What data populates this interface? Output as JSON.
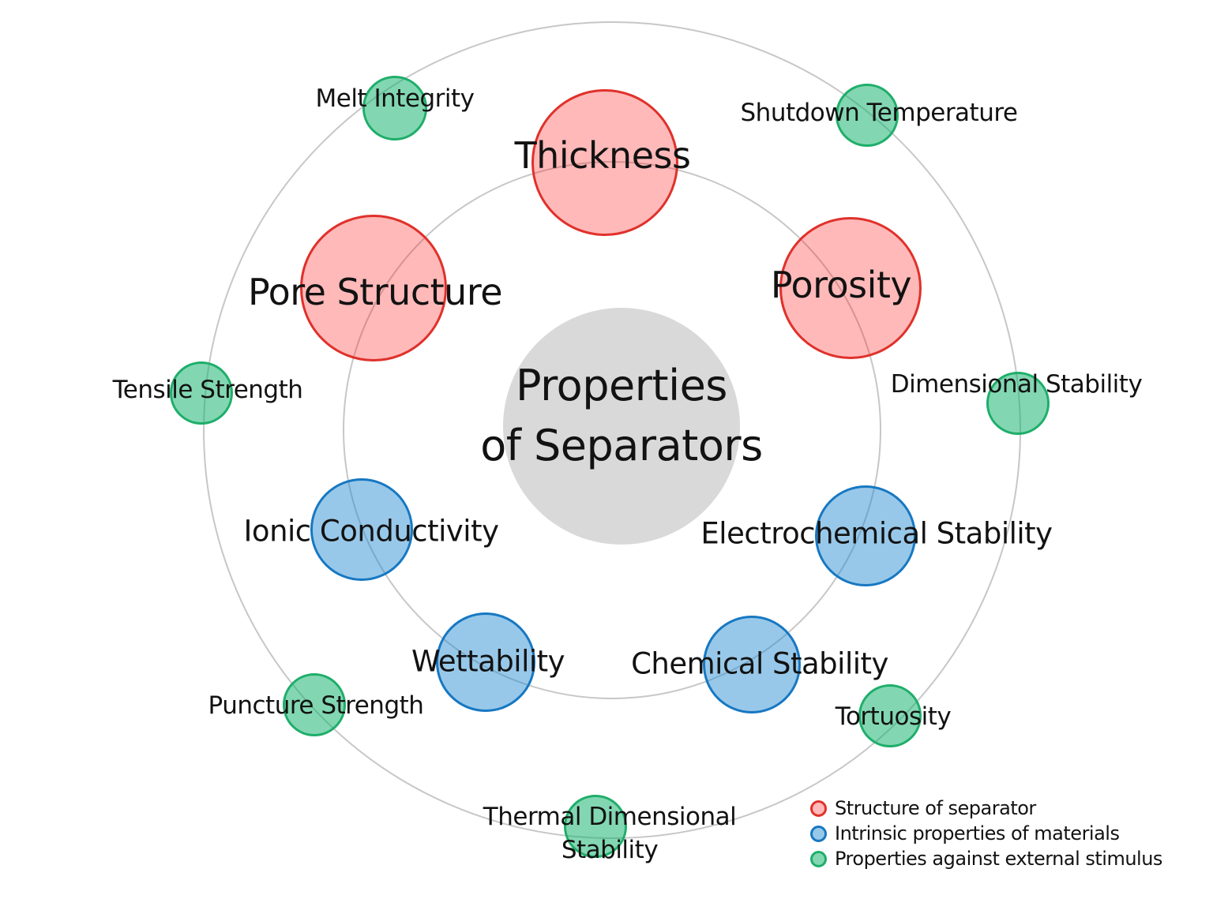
{
  "diagram": {
    "center_title": {
      "line1": "Properties",
      "line2": "of Separators"
    },
    "categories": {
      "structure": {
        "name": "Structure of separator",
        "fill": "#f9b1b1",
        "stroke": "#e0312b"
      },
      "intrinsic": {
        "name": "Intrinsic properties of materials",
        "fill": "#8fc9e8",
        "stroke": "#1778c2"
      },
      "external": {
        "name": "Properties against external stimulus",
        "fill": "#7cdcaf",
        "stroke": "#1fae6a"
      }
    },
    "nodes": [
      {
        "label": "Thickness",
        "category": "structure"
      },
      {
        "label": "Pore Structure",
        "category": "structure"
      },
      {
        "label": "Porosity",
        "category": "structure"
      },
      {
        "label": "Ionic Conductivity",
        "category": "intrinsic"
      },
      {
        "label": "Electrochemical Stability",
        "category": "intrinsic"
      },
      {
        "label": "Wettability",
        "category": "intrinsic"
      },
      {
        "label": "Chemical Stability",
        "category": "intrinsic"
      },
      {
        "label": "Melt Integrity",
        "category": "external"
      },
      {
        "label": "Shutdown Temperature",
        "category": "external"
      },
      {
        "label": "Tensile Strength",
        "category": "external"
      },
      {
        "label": "Dimensional Stability",
        "category": "external"
      },
      {
        "label": "Puncture Strength",
        "category": "external"
      },
      {
        "label": "Tortuosity",
        "category": "external"
      },
      {
        "label": "Thermal Dimensional Stability",
        "category": "external",
        "line1": "Thermal Dimensional",
        "line2": "Stability"
      }
    ],
    "legend": {
      "items": [
        {
          "label": "Structure of separator",
          "color": "#e0312b"
        },
        {
          "label": "Intrinsic properties of materials",
          "color": "#1778c2"
        },
        {
          "label": "Properties against external stimulus",
          "color": "#1fae6a"
        }
      ]
    }
  }
}
